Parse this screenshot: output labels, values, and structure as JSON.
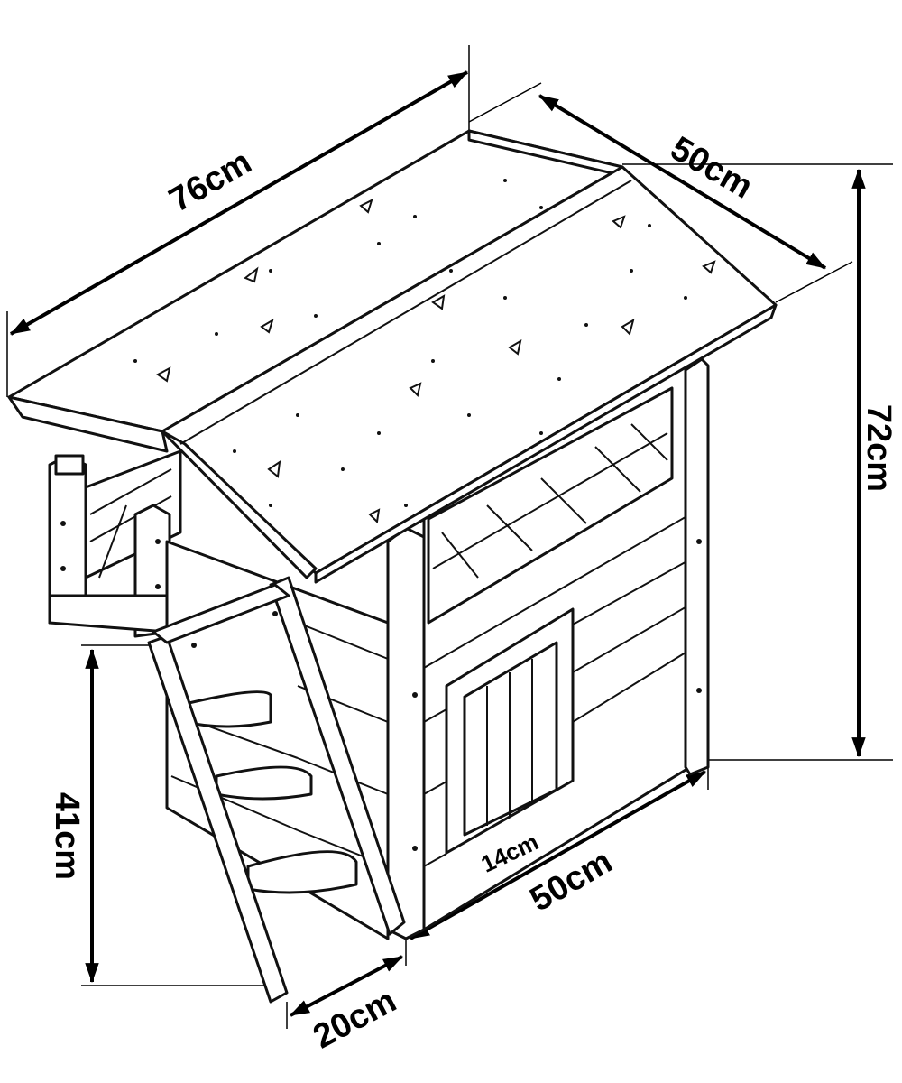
{
  "dimensions": {
    "length": "76cm",
    "depth_top": "50cm",
    "height": "72cm",
    "platform_height": "41cm",
    "door_width": "14cm",
    "depth_bottom": "50cm",
    "ladder_width": "20cm"
  },
  "colors": {
    "line": "#111111",
    "background": "#ffffff"
  }
}
